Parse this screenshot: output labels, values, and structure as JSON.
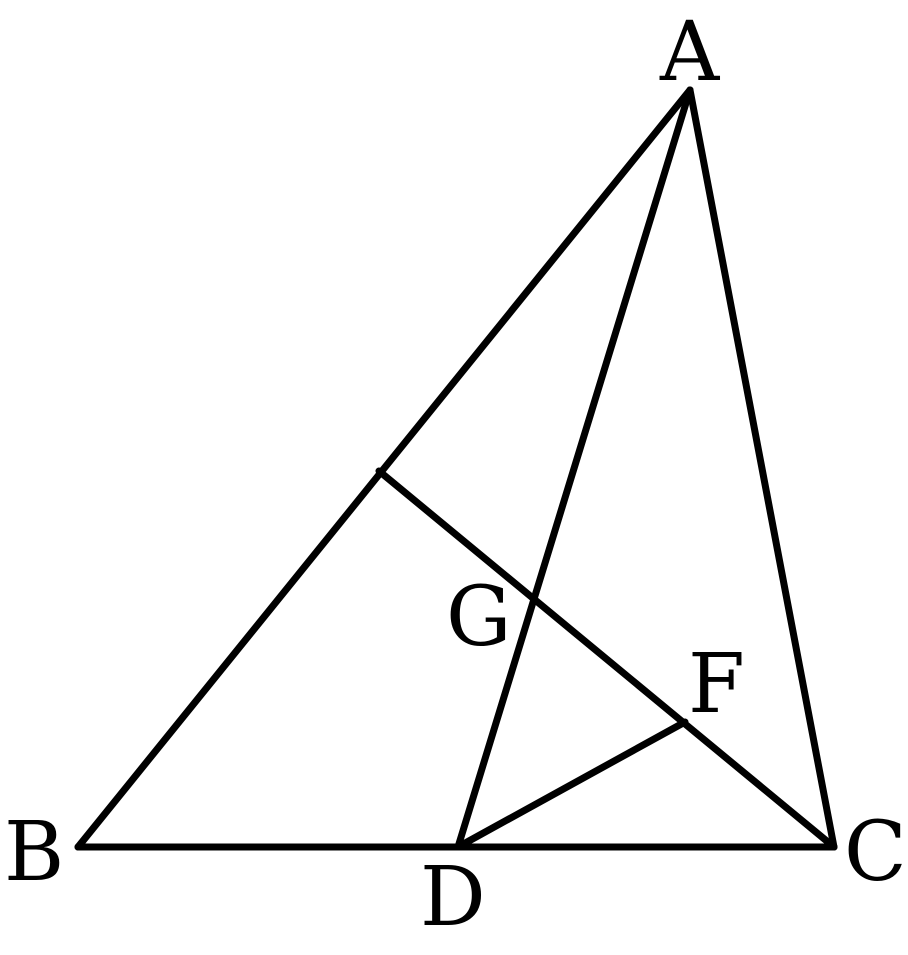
{
  "diagram": {
    "points": [
      {
        "id": "A",
        "label": "A"
      },
      {
        "id": "B",
        "label": "B"
      },
      {
        "id": "C",
        "label": "C"
      },
      {
        "id": "D",
        "label": "D"
      },
      {
        "id": "E",
        "label": ""
      },
      {
        "id": "F",
        "label": "F"
      },
      {
        "id": "G",
        "label": "G"
      }
    ],
    "segments": [
      [
        "A",
        "B"
      ],
      [
        "B",
        "C"
      ],
      [
        "A",
        "C"
      ],
      [
        "A",
        "D"
      ],
      [
        "E",
        "C"
      ],
      [
        "D",
        "F"
      ]
    ],
    "colors": {
      "stroke": "#000000",
      "label": "#000000",
      "background": "#ffffff"
    }
  }
}
